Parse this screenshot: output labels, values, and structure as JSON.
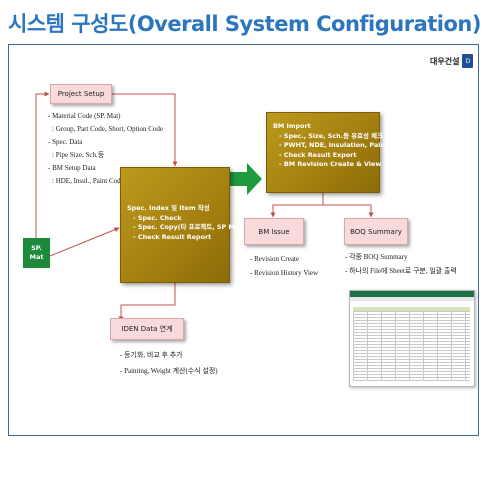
{
  "title": "시스템 구성도(Overall System Configuration)",
  "logo": {
    "text": "대우건설",
    "mark": "D"
  },
  "sp_mat": {
    "line1": "SP.",
    "line2": "Mat"
  },
  "project_setup": {
    "label": "Project Setup",
    "notes": [
      "- Material Code (SP. Mat)",
      ": Group, Part Code, Short, Option Code",
      "- Spec. Data",
      ": Pipe Size, Sch.등",
      "- BM Setup Data",
      ": HDE, Insul., Paint Code"
    ]
  },
  "spec_index": {
    "lines": [
      "Spec. Index 및 Item 작성",
      "- Spec. Check",
      "- Spec. Copy(타 프로젝트, SP Mat)",
      "- Check Result Report"
    ]
  },
  "bm_import": {
    "lines": [
      "BM Import",
      "- Spec., Size, Sch.등 유효성 체크",
      "- PWHT, NDE, Insulation, Paint Calc.",
      "- Check Result Export",
      "- BM Revision Create & View"
    ]
  },
  "bm_issue": {
    "label": "BM Issue",
    "notes": [
      "- Revision Create",
      "- Revision History View"
    ]
  },
  "boq_summary": {
    "label": "BOQ Summary",
    "notes": [
      "- 각종 BOQ Summary",
      "- 하나의 File에 Sheet로 구분, 일괄 출력"
    ]
  },
  "iden_data": {
    "label": "IDEN Data 연계",
    "notes": [
      "- 등기화, 비교 후 추가",
      "- Painting, Weight 계산(수식 설정)"
    ]
  },
  "colors": {
    "title": "#2b76bf",
    "frame": "#3c6a9b",
    "pink_box": "#f9dada",
    "gold_box": "#a37f10",
    "green_box": "#1c8a3a",
    "connector": "#c0504d",
    "arrow": "#1f9a3f"
  }
}
